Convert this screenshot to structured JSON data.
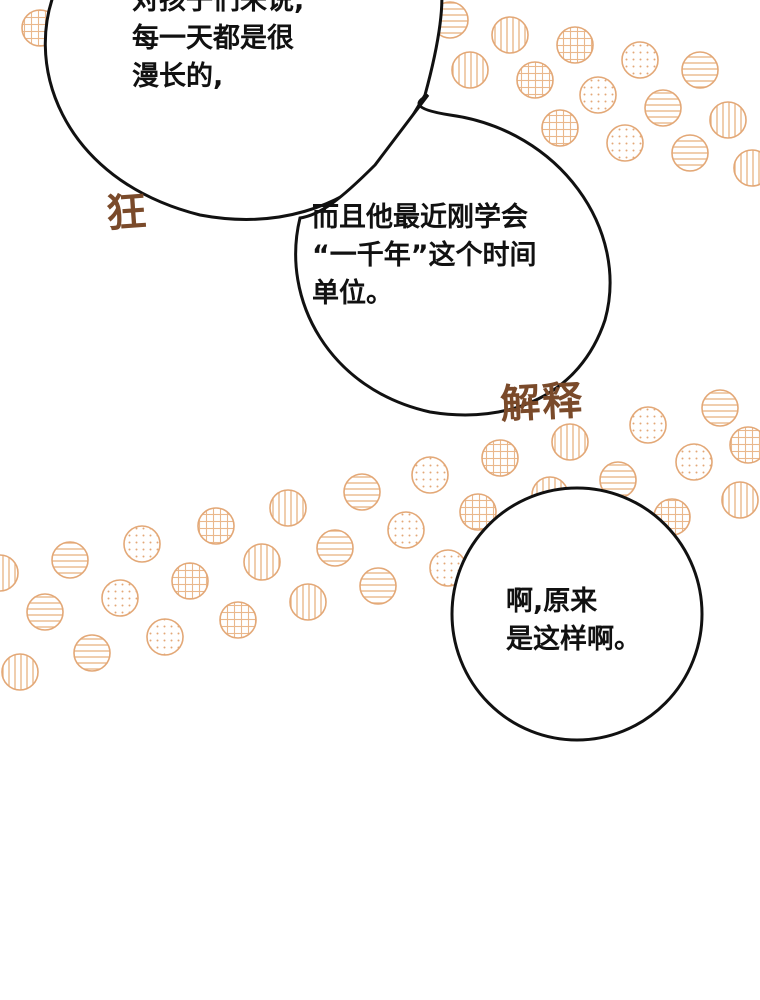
{
  "panel": {
    "bubble1": {
      "line1": "对孩子们来说,",
      "line2": "每一天都是很",
      "line3": "漫长的,"
    },
    "bubble2": {
      "line1": "而且他最近刚学会",
      "line2": "“一千年”这个时间",
      "line3": "单位。"
    },
    "bubble3": {
      "line1": "啊,原来",
      "line2": "是这样啊。"
    },
    "sfx1": "狂",
    "sfx2": "解释"
  },
  "colors": {
    "dot_stroke": "#e3a877",
    "dot_pattern": "#eab88c",
    "sfx_text": "#7a4a2a",
    "bubble_outline": "#111111"
  }
}
